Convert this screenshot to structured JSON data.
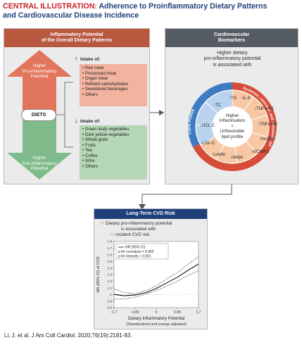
{
  "header": {
    "lead": "CENTRAL ILLUSTRATION:",
    "title_line1": "Adherence to Proinflammatory Dietary Patterns",
    "title_line2": "and Cardiovascular Disease Incidence"
  },
  "left_panel": {
    "title_line1": "Inflammatory Potential",
    "title_line2": "of the Overall Dietary Patterns",
    "pro_label_line1": "Higher",
    "pro_label_line2": "Pro-inflammatory",
    "pro_label_line3": "Potential",
    "anti_label_line1": "Higher",
    "anti_label_line2": "Anti-inflammatory",
    "anti_label_line3": "Potential",
    "diets_label": "DIETS",
    "pro_intake_heading": "Intake of:",
    "pro_items": [
      "Red meat",
      "Processed meat",
      "Organ meat",
      "Refined carbohydrates",
      "Sweetened beverages",
      "Others"
    ],
    "anti_intake_heading": "Intake of:",
    "anti_items": [
      "Green leafy vegetables",
      "Dark yellow vegetables",
      "Whole grain",
      "Fruits",
      "Tea",
      "Coffee",
      "Wine",
      "Others"
    ]
  },
  "right_panel": {
    "title_line1": "Cardiovascular",
    "title_line2": "Biomarkers",
    "sub_line1": "Higher dietary",
    "sub_line2": "pro-inflammatory potential",
    "sub_line3": "is associated with",
    "center_line1": "Higher",
    "center_line2": "inflammation",
    "center_plus": "+",
    "center_line3": "Unfavorable",
    "center_line4": "lipid profile",
    "ring_left": "Lipid Profile",
    "ring_right": "Systemic, vascular, and metabolic inflammation",
    "lipid_markers": [
      "TG",
      "TC",
      "HDL-C",
      "LDL-C"
    ],
    "inflam_markers": [
      "IL-6",
      "TNFα-R1",
      "TNFα-R2",
      "hsCRP",
      "sICAM-1",
      "Adipo",
      "Leptin"
    ]
  },
  "bottom_panel": {
    "title": "Long-Term CVD Risk",
    "line1": "Dietary pro-inflammatory potential",
    "line2": "is associated with",
    "line3": "incident CVD risk",
    "legend_label": "HR (95% CI)",
    "p_curv": "p for curvature = 0.002",
    "p_lin": "p for linearity < 0.001",
    "ylabel": "HR (95% CI) of CVD",
    "xlabel_line1": "Dietary Inflammatory Potential",
    "xlabel_line2": "(Standardized and energy adjusted)"
  },
  "chart_data": {
    "type": "line",
    "xlabel": "Dietary Inflammatory Potential (Standardized and energy adjusted)",
    "ylabel": "HR (95% CI) of CVD",
    "x_ticks": [
      -1.7,
      -0.85,
      0,
      0.85,
      1.7
    ],
    "y_ticks": [
      0.8,
      0.9,
      1,
      1.1,
      1.2,
      1.3,
      1.4,
      1.5,
      1.6,
      1.7,
      1.8
    ],
    "xlim": [
      -1.7,
      1.7
    ],
    "ylim": [
      0.8,
      1.8
    ],
    "series": [
      {
        "name": "HR (95% CI)",
        "x": [
          -1.7,
          -1.3,
          -0.85,
          -0.4,
          0,
          0.4,
          0.85,
          1.3,
          1.7
        ],
        "y": [
          1.0,
          0.98,
          0.99,
          1.03,
          1.09,
          1.17,
          1.26,
          1.37,
          1.46
        ]
      },
      {
        "name": "upper",
        "x": [
          -1.7,
          -1.3,
          -0.85,
          -0.4,
          0,
          0.4,
          0.85,
          1.3,
          1.7
        ],
        "y": [
          1.08,
          1.03,
          1.01,
          1.06,
          1.13,
          1.23,
          1.33,
          1.46,
          1.57
        ]
      },
      {
        "name": "lower",
        "x": [
          -1.7,
          -1.3,
          -0.85,
          -0.4,
          0,
          0.4,
          0.85,
          1.3,
          1.7
        ],
        "y": [
          0.93,
          0.93,
          0.96,
          1.01,
          1.06,
          1.12,
          1.2,
          1.29,
          1.36
        ]
      }
    ]
  },
  "citation": "Li, J. et al. J Am Coll Cardiol. 2020;76(19):2181-93.",
  "colors": {
    "navy": "#1f3f7a",
    "red": "#c8202c",
    "pink_box": "#f2b39f",
    "green_box": "#b6d7b6",
    "arrow_pro": "#e2765d",
    "arrow_anti": "#7fba8a"
  }
}
